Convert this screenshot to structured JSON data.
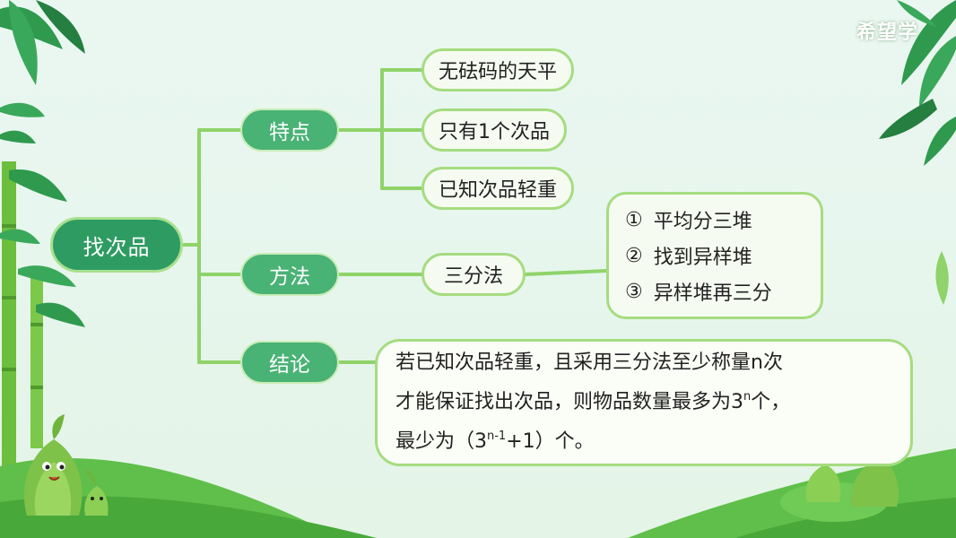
{
  "logo_text": "希望学",
  "root": {
    "label": "找次品"
  },
  "branches": [
    {
      "label": "特点",
      "leaves": [
        "无砝码的天平",
        "只有1个次品",
        "已知次品轻重"
      ]
    },
    {
      "label": "方法",
      "method": "三分法",
      "steps": [
        {
          "num": "①",
          "text": "平均分三堆"
        },
        {
          "num": "②",
          "text": "找到异样堆"
        },
        {
          "num": "③",
          "text": "异样堆再三分"
        }
      ]
    },
    {
      "label": "结论",
      "conclusion": {
        "line1": "若已知次品轻重，且采用三分法至少称量n次",
        "line2_pre": "才能保证找出次品，则物品数量最多为3",
        "line2_sup": "n",
        "line2_post": "个，",
        "line3_pre": "最少为（3",
        "line3_sup": "n-1",
        "line3_post": "+1）个。"
      }
    }
  ],
  "colors": {
    "root_fill": "#2e9c62",
    "branch_fill": "#49b275",
    "leaf_border": "#a5dc80",
    "connector": "#8fd36a"
  }
}
